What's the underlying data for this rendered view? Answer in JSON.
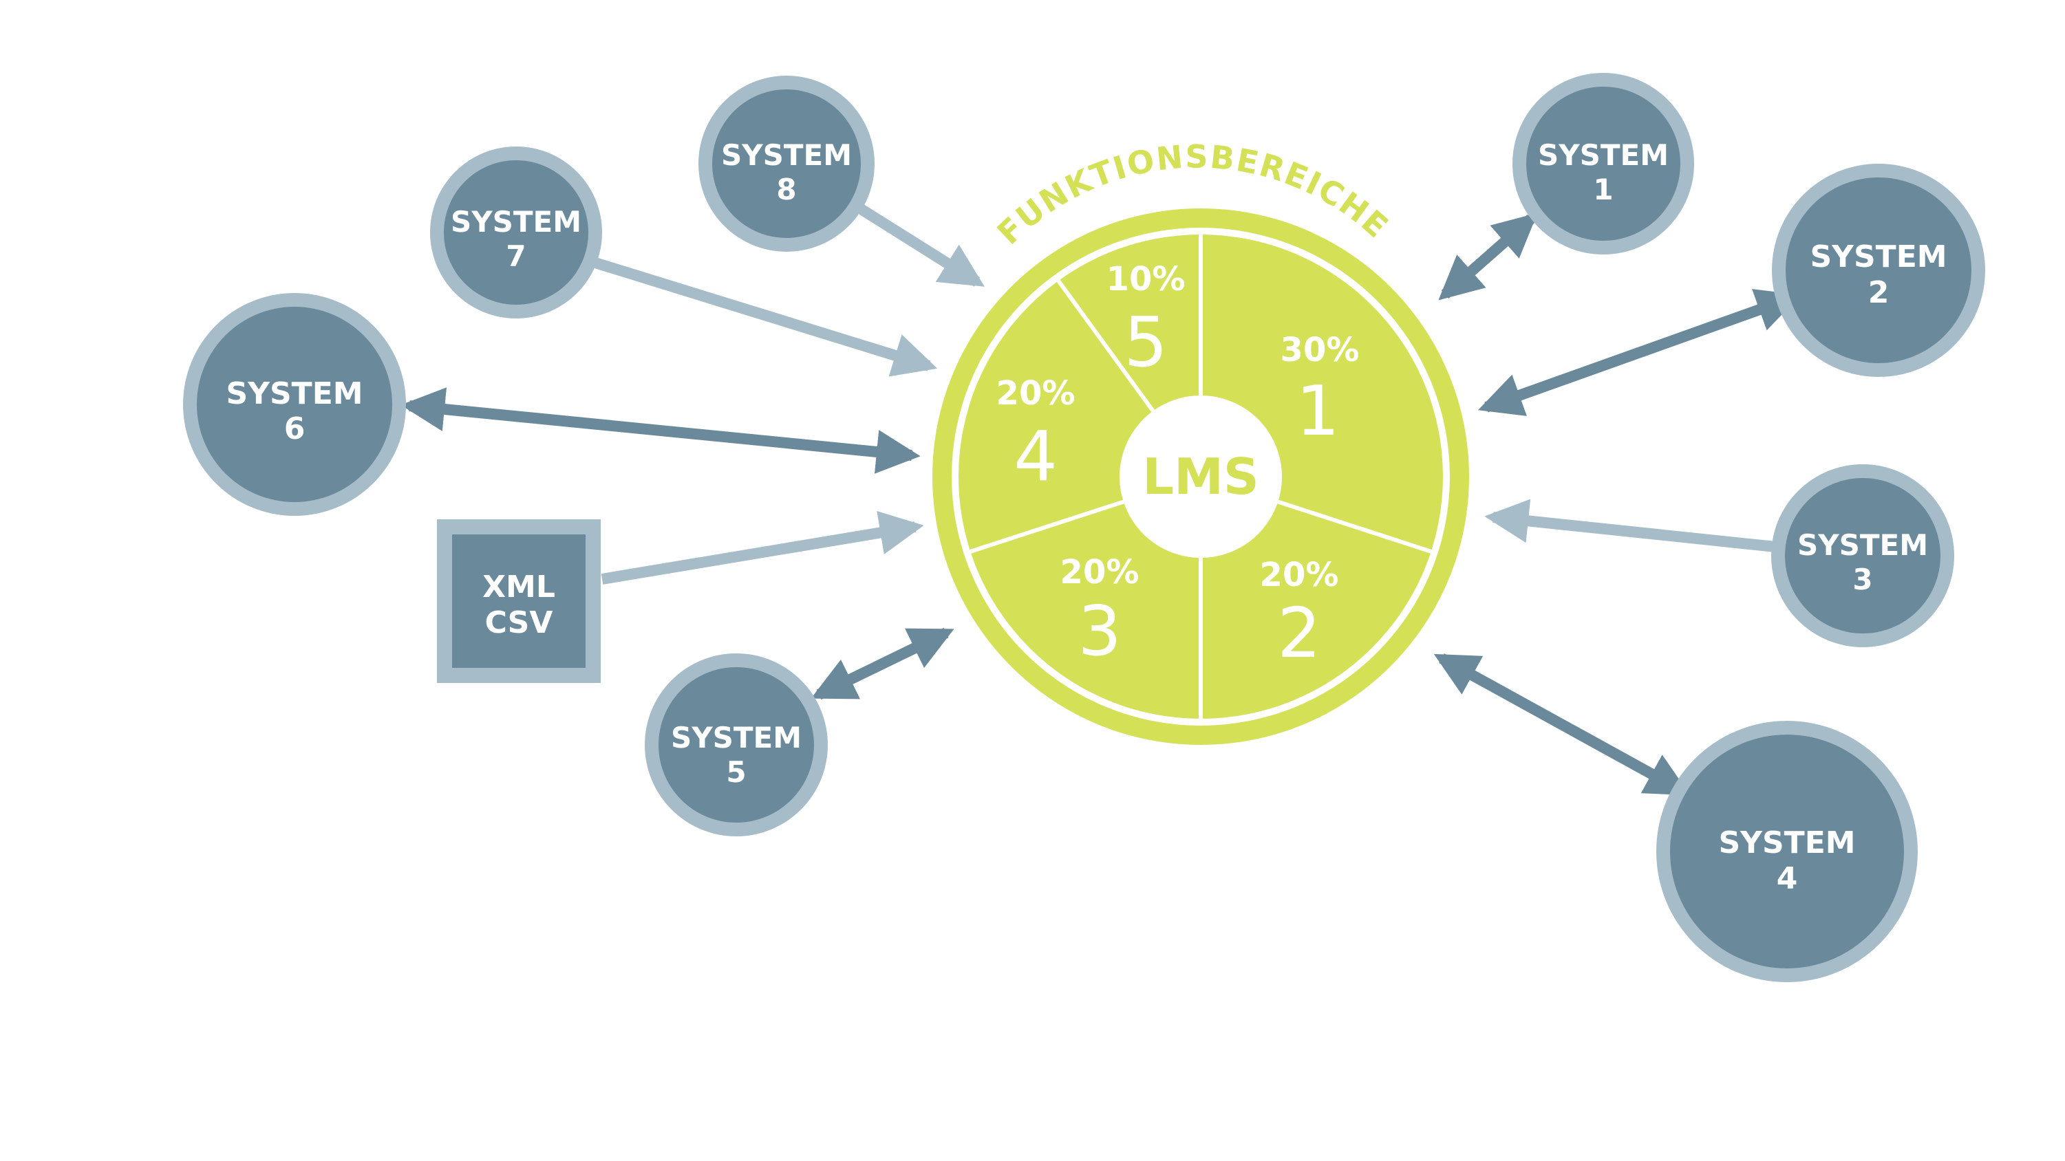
{
  "colors": {
    "node_fill": "#6a8a9c",
    "node_ring": "#a6bcc8",
    "arrow_dark": "#6a8a9c",
    "arrow_light": "#a6bcc8",
    "lms_green": "#d4e157",
    "white": "#ffffff"
  },
  "center": {
    "arc_label": "FUNKTIONSBEREICHE",
    "label": "LMS",
    "segments": [
      {
        "number": "1",
        "percent": "30%"
      },
      {
        "number": "2",
        "percent": "20%"
      },
      {
        "number": "3",
        "percent": "20%"
      },
      {
        "number": "4",
        "percent": "20%"
      },
      {
        "number": "5",
        "percent": "10%"
      }
    ]
  },
  "systems": [
    {
      "id": "system-1",
      "line1": "SYSTEM",
      "line2": "1",
      "connection": "bidirectional"
    },
    {
      "id": "system-2",
      "line1": "SYSTEM",
      "line2": "2",
      "connection": "bidirectional"
    },
    {
      "id": "system-3",
      "line1": "SYSTEM",
      "line2": "3",
      "connection": "inbound"
    },
    {
      "id": "system-4",
      "line1": "SYSTEM",
      "line2": "4",
      "connection": "bidirectional"
    },
    {
      "id": "system-5",
      "line1": "SYSTEM",
      "line2": "5",
      "connection": "bidirectional"
    },
    {
      "id": "system-6",
      "line1": "SYSTEM",
      "line2": "6",
      "connection": "bidirectional"
    },
    {
      "id": "system-7",
      "line1": "SYSTEM",
      "line2": "7",
      "connection": "inbound"
    },
    {
      "id": "system-8",
      "line1": "SYSTEM",
      "line2": "8",
      "connection": "inbound"
    }
  ],
  "file_import": {
    "line1": "XML",
    "line2": "CSV",
    "connection": "inbound"
  }
}
